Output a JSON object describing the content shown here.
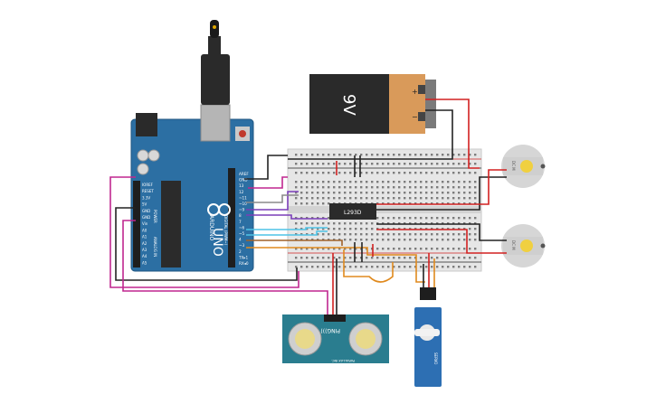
{
  "arduino": {
    "brand": "ARDUINO",
    "model": "UNO",
    "top_pin_labels": [
      "AREF",
      "GND",
      "13",
      "12",
      "~11",
      "~10",
      "~9",
      "8",
      "7",
      "~6",
      "~5",
      "4",
      "~3",
      "2",
      "TX▸1",
      "RX◂0"
    ],
    "left_pin_labels": [
      "IOREF",
      "RESET",
      "3.3V",
      "5V",
      "GND",
      "GND",
      "Vin",
      "A0",
      "A1",
      "A2",
      "A3",
      "A4",
      "A5"
    ],
    "section_labels": {
      "digital": "DIGITAL (PWM~)",
      "power": "POWER",
      "analog": "ANALOG IN"
    }
  },
  "battery": {
    "label": "9V",
    "plus": "+",
    "minus": "−"
  },
  "chip": {
    "label": "L293D"
  },
  "sensor": {
    "label": "PING)))",
    "sublabel": "PARALLAX INC."
  },
  "motor_top": {
    "label": "DC M"
  },
  "motor_bottom": {
    "label": "DC M"
  },
  "servo": {
    "label": "SERVO"
  },
  "colors": {
    "board_blue": "#2c6fa3",
    "wire_red": "#d22121",
    "wire_black": "#222222",
    "wire_magenta": "#c0278f",
    "wire_orange": "#e08a1e",
    "wire_purple": "#7a3db8",
    "wire_cyan": "#4fc3e6",
    "wire_brown": "#a0622a",
    "wire_gray": "#8a8a8a",
    "breadboard": "#e8e8e8",
    "battery_orange": "#d99a5a"
  }
}
